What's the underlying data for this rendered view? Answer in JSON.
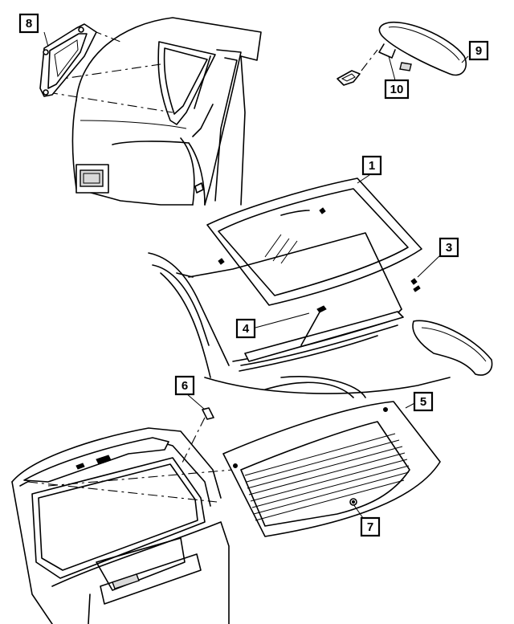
{
  "callouts": [
    {
      "id": "callout-1",
      "label": "1"
    },
    {
      "id": "callout-3",
      "label": "3"
    },
    {
      "id": "callout-4",
      "label": "4"
    },
    {
      "id": "callout-5",
      "label": "5"
    },
    {
      "id": "callout-6",
      "label": "6"
    },
    {
      "id": "callout-7",
      "label": "7"
    },
    {
      "id": "callout-8",
      "label": "8"
    },
    {
      "id": "callout-9",
      "label": "9"
    },
    {
      "id": "callout-10",
      "label": "10"
    }
  ]
}
